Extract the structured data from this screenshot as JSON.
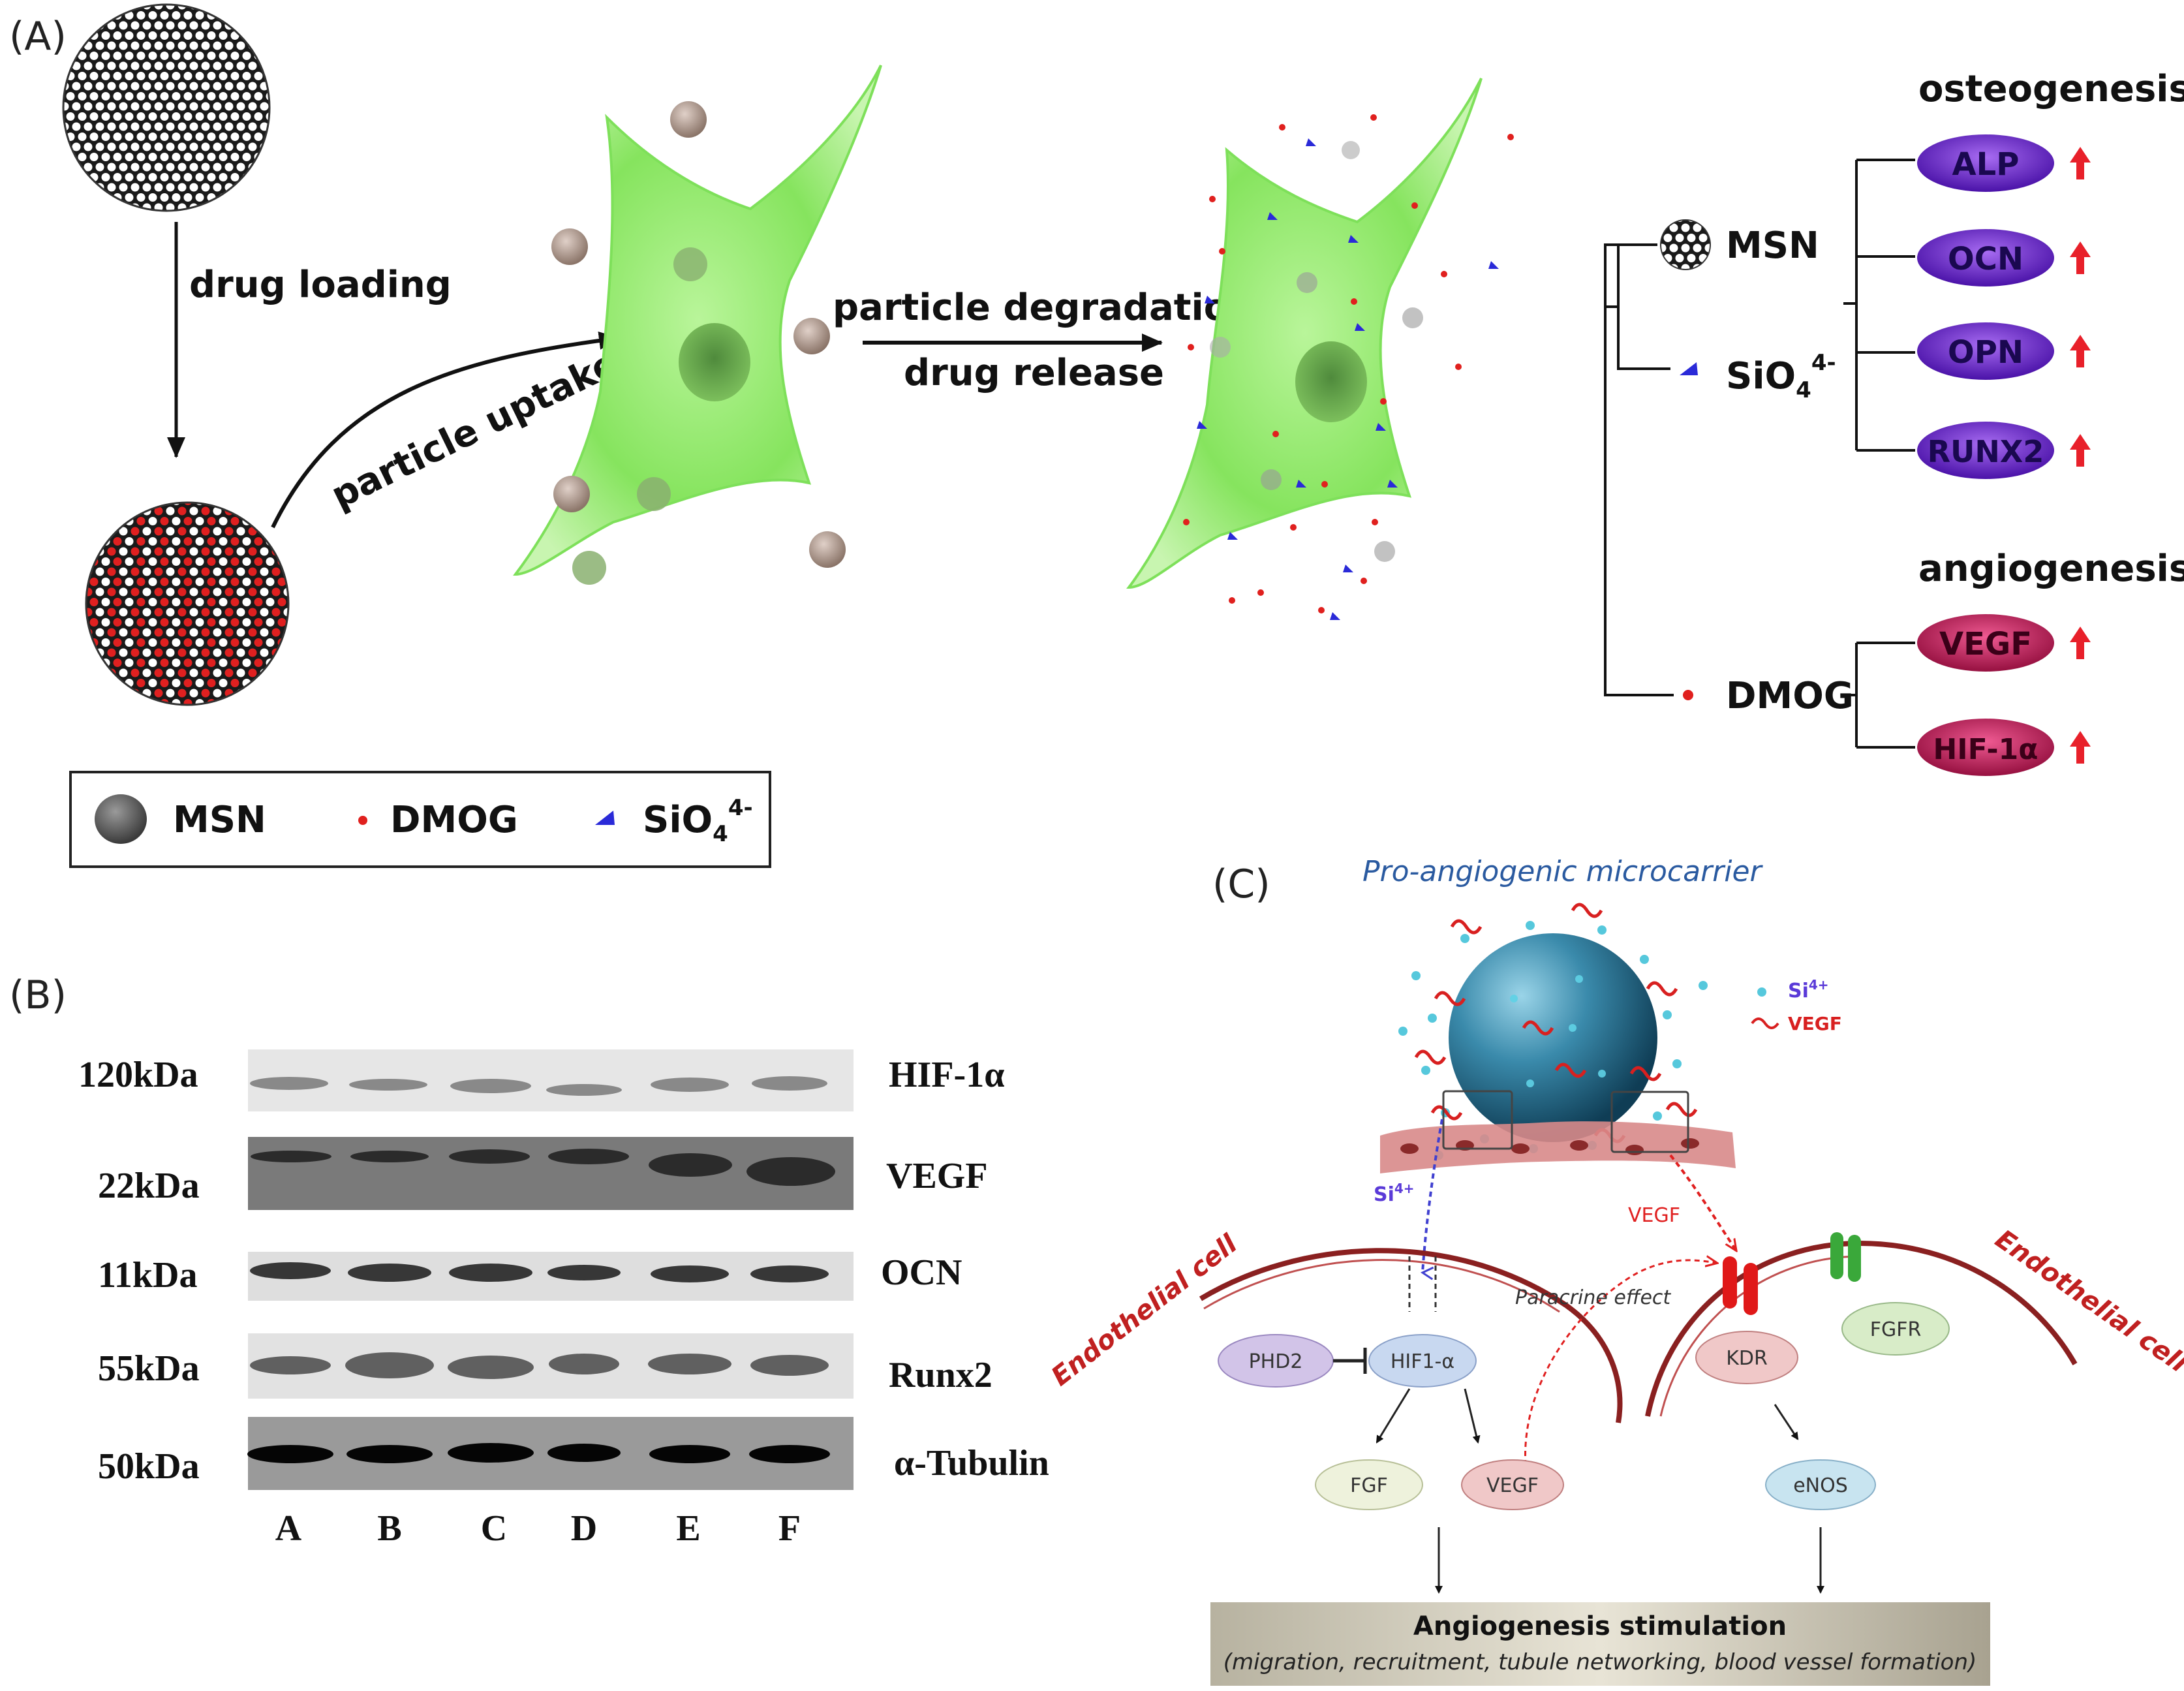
{
  "panelA": {
    "label": "(A)",
    "step_drug_loading": "drug loading",
    "step_particle_uptake": "particle uptake",
    "step_degradation": "particle degradation",
    "step_release": "drug release",
    "tree": {
      "msn": "MSN",
      "sio4": "SiO",
      "sio4_sub": "4",
      "sio4_sup": "4-",
      "dmog": "DMOG"
    },
    "osteogenesis": {
      "heading": "osteogenesis",
      "markers": [
        "ALP",
        "OCN",
        "OPN",
        "RUNX2"
      ]
    },
    "angiogenesis": {
      "heading": "angiogenesis",
      "markers": [
        "VEGF",
        "HIF-1α"
      ]
    },
    "legend": {
      "msn": "MSN",
      "dmog": "DMOG",
      "sio4": "SiO",
      "sio4_sub": "4",
      "sio4_sup": "4-"
    },
    "colors": {
      "cell": "#7ee05a",
      "osteo_marker": "#6a2bd0",
      "angio_marker": "#c0245e",
      "up_arrow": "#e8202a",
      "dmog_dot": "#e0201e",
      "sio4_triangle": "#2a2ad8"
    }
  },
  "panelB": {
    "label": "(B)",
    "blots": [
      {
        "mw": "120kDa",
        "protein": "HIF-1α"
      },
      {
        "mw": "22kDa",
        "protein": "VEGF"
      },
      {
        "mw": "11kDa",
        "protein": "OCN"
      },
      {
        "mw": "55kDa",
        "protein": "Runx2"
      },
      {
        "mw": "50kDa",
        "protein": "α-Tubulin"
      }
    ],
    "lanes": [
      "A",
      "B",
      "C",
      "D",
      "E",
      "F"
    ]
  },
  "panelC": {
    "label": "(C)",
    "title": "Pro-angiogenic microcarrier",
    "legend_si": "Si",
    "legend_si_sup": "4+",
    "legend_vegf": "VEGF",
    "si_arrow": "Si",
    "si_arrow_sup": "4+",
    "vegf_arrow": "VEGF",
    "paracrine": "Paracrine effect",
    "endothelial_left": "Endothelial cell",
    "endothelial_right": "Endothelial cell",
    "nodes": {
      "phd2": "PHD2",
      "hif": "HIF1-α",
      "fgf": "FGF",
      "vegf": "VEGF",
      "kdr": "KDR",
      "fgfr": "FGFR",
      "enos": "eNOS"
    },
    "banner_title": "Angiogenesis stimulation",
    "banner_sub": "(migration, recruitment, tubule networking, blood vessel formation)"
  }
}
